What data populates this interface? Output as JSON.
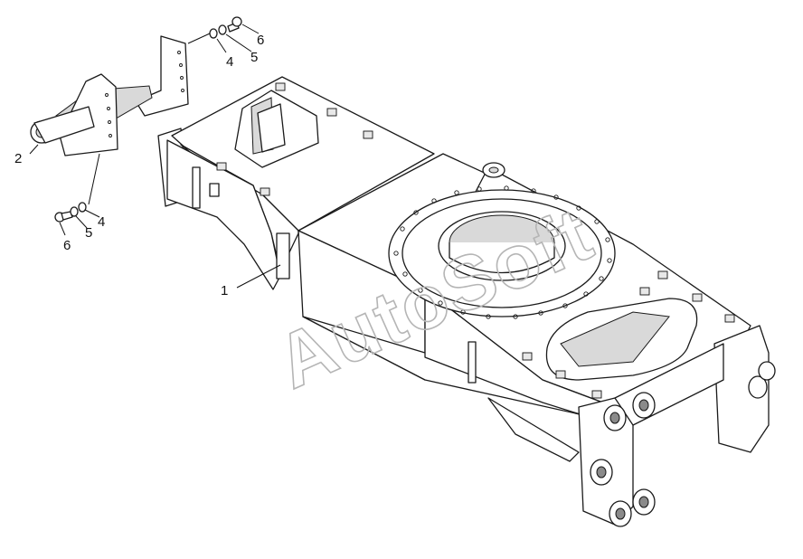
{
  "watermark": "AutoSoft",
  "callouts": [
    {
      "id": "frame",
      "label": "1"
    },
    {
      "id": "bracket",
      "label": "2"
    },
    {
      "id": "washer-top",
      "label": "4"
    },
    {
      "id": "lockwasher-top",
      "label": "5"
    },
    {
      "id": "bolt-top",
      "label": "6"
    },
    {
      "id": "washer-bottom",
      "label": "4"
    },
    {
      "id": "lockwasher-bottom",
      "label": "5"
    },
    {
      "id": "bolt-bottom",
      "label": "6"
    }
  ]
}
